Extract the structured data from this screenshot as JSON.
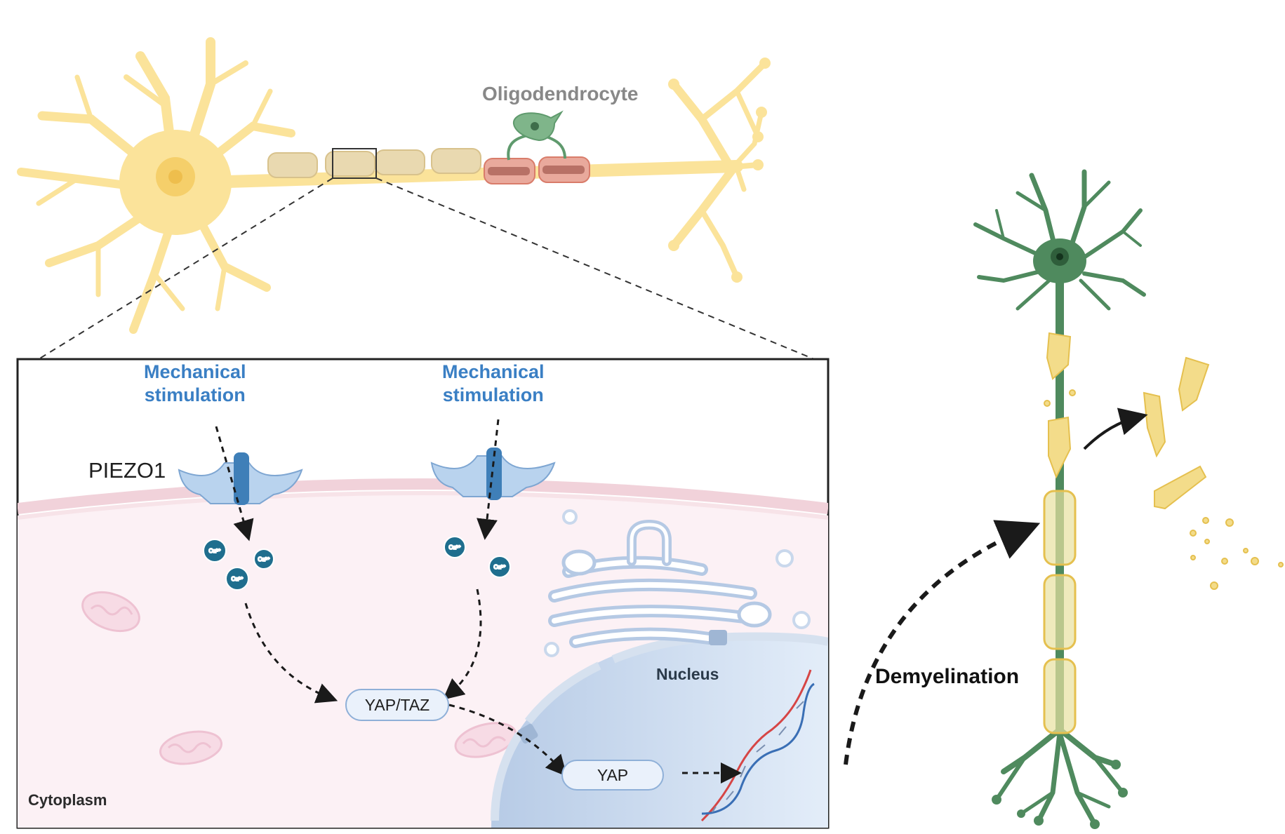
{
  "labels": {
    "oligodendrocyte": "Oligodendrocyte",
    "mechanical_stimulation_left": "Mechanical\nstimulation",
    "mechanical_stimulation_right": "Mechanical\nstimulation",
    "piezo1": "PIEZO1",
    "nucleus": "Nucleus",
    "yap_taz": "YAP/TAZ",
    "yap": "YAP",
    "cytoplasm": "Cytoplasm",
    "demyelination": "Demyelination",
    "calcium_ion": "Ca²⁺"
  },
  "colors": {
    "neuron_yellow": "#fbe39a",
    "neuron_outline": "#f2cf6e",
    "healthy_neuron_green": "#4f8a5e",
    "myelin_tan": "#e9d9b0",
    "myelin_red": "#e9a99c",
    "oligodendrocyte_green": "#7fb58a",
    "stimulation_blue": "#3a7fc4",
    "piezo_light": "#b9d3ee",
    "piezo_dark": "#3f7fb8",
    "calcium_teal": "#1f6e8e",
    "cytoplasm_pink": "#fcf1f5",
    "membrane_pink": "#f3d4dc",
    "nucleus_blue": "#c9d8ec",
    "yap_pill": "#eaf1fb",
    "dna_red": "#d64545",
    "dna_blue": "#3a6fb5"
  }
}
